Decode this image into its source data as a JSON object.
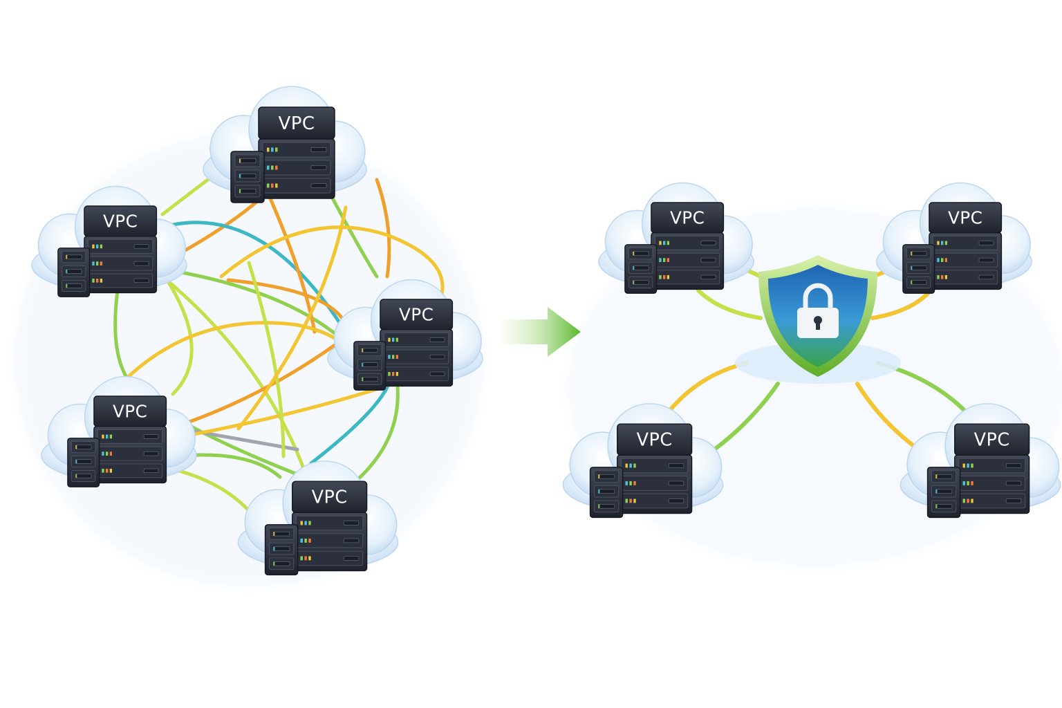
{
  "diagram": {
    "before": {
      "nodes": [
        {
          "id": "b1",
          "label": "VPC"
        },
        {
          "id": "b2",
          "label": "VPC"
        },
        {
          "id": "b3",
          "label": "VPC"
        },
        {
          "id": "b4",
          "label": "VPC"
        },
        {
          "id": "b5",
          "label": "VPC"
        }
      ],
      "edges": [
        [
          "b1",
          "b2"
        ],
        [
          "b1",
          "b3"
        ],
        [
          "b1",
          "b4"
        ],
        [
          "b1",
          "b5"
        ],
        [
          "b2",
          "b3"
        ],
        [
          "b2",
          "b4"
        ],
        [
          "b2",
          "b5"
        ],
        [
          "b3",
          "b4"
        ],
        [
          "b3",
          "b5"
        ],
        [
          "b4",
          "b5"
        ]
      ]
    },
    "transition_arrow": {
      "icon": "right-arrow-icon",
      "color": "#5ab82d"
    },
    "after": {
      "hub": {
        "icon": "shield-lock-icon",
        "shield_color": "#2a7fc4",
        "rim_color": "#8dcf3c"
      },
      "nodes": [
        {
          "id": "a1",
          "label": "VPC"
        },
        {
          "id": "a2",
          "label": "VPC"
        },
        {
          "id": "a3",
          "label": "VPC"
        },
        {
          "id": "a4",
          "label": "VPC"
        }
      ]
    },
    "colors": {
      "server": "#2f3441",
      "server_dark": "#1d212b",
      "cloud": "#dcecf9",
      "arrow_yellow": "#f2c531",
      "arrow_orange": "#f0a02a",
      "arrow_green": "#8fd14f",
      "arrow_teal": "#3bb8c4"
    }
  }
}
